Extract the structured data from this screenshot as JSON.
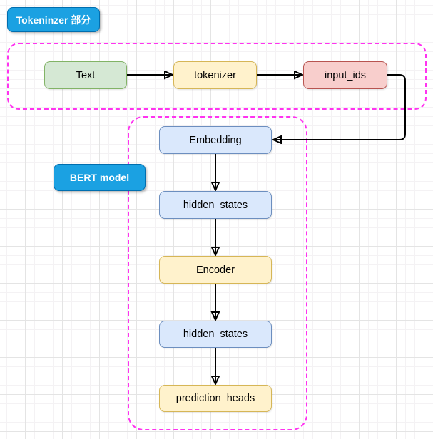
{
  "diagram": {
    "section_labels": {
      "tokenizer_section": "Tokeninzer 部分",
      "bert_model": "BERT model"
    },
    "nodes": [
      {
        "id": "text",
        "label": "Text",
        "fill": "#D5E8D4",
        "border": "#82B366"
      },
      {
        "id": "tokenizer",
        "label": "tokenizer",
        "fill": "#FFF2CC",
        "border": "#D6B656"
      },
      {
        "id": "input_ids",
        "label": "input_ids",
        "fill": "#F8CECC",
        "border": "#B85450"
      },
      {
        "id": "embedding",
        "label": "Embedding",
        "fill": "#DAE8FC",
        "border": "#6C8EBF"
      },
      {
        "id": "hidden_states_1",
        "label": "hidden_states",
        "fill": "#DAE8FC",
        "border": "#6C8EBF"
      },
      {
        "id": "encoder",
        "label": "Encoder",
        "fill": "#FFF2CC",
        "border": "#D6B656"
      },
      {
        "id": "hidden_states_2",
        "label": "hidden_states",
        "fill": "#DAE8FC",
        "border": "#6C8EBF"
      },
      {
        "id": "prediction_heads",
        "label": "prediction_heads",
        "fill": "#FFF2CC",
        "border": "#D6B656"
      }
    ],
    "edges": [
      {
        "from": "Text",
        "to": "tokenizer"
      },
      {
        "from": "tokenizer",
        "to": "input_ids"
      },
      {
        "from": "input_ids",
        "to": "Embedding"
      },
      {
        "from": "Embedding",
        "to": "hidden_states"
      },
      {
        "from": "hidden_states",
        "to": "Encoder"
      },
      {
        "from": "Encoder",
        "to": "hidden_states"
      },
      {
        "from": "hidden_states",
        "to": "prediction_heads"
      }
    ],
    "colors": {
      "section_label_fill": "#1BA1E2",
      "section_label_border": "#006EAF",
      "section_label_text": "#FFFFFF",
      "dashed_container_border": "#FF33F0",
      "arrow": "#000000",
      "node_text": "#000000"
    }
  }
}
